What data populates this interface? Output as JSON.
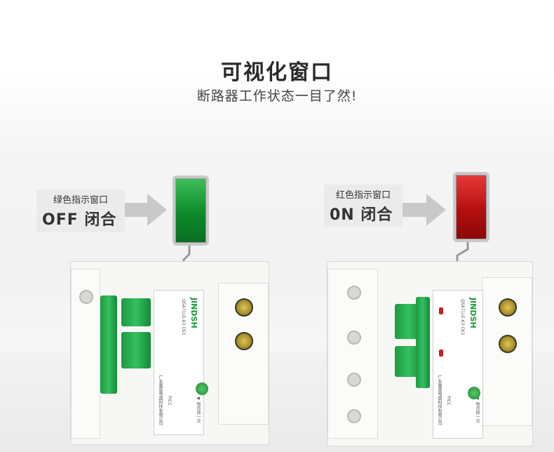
{
  "heading": {
    "title": "可视化窗口",
    "subtitle": "断路器工作状态一目了然!"
  },
  "left_panel": {
    "caption": "绿色指示窗口",
    "state": "OFF 闭合",
    "window_color": "#0c8a2a"
  },
  "right_panel": {
    "caption": "红色指示窗口",
    "state": "0N 闭合",
    "window_color": "#b50f0f"
  },
  "breaker": {
    "brand": "JINDSH",
    "model": "QSA71LE-63 C63",
    "maker": "广东嘉盛电器科技有限公司",
    "cert": "PICC",
    "test_label": "◀ 每月按一次"
  },
  "icons": [
    "arrow-right-icon",
    "indicator-line-icon",
    "screw-icon",
    "test-button-icon"
  ]
}
